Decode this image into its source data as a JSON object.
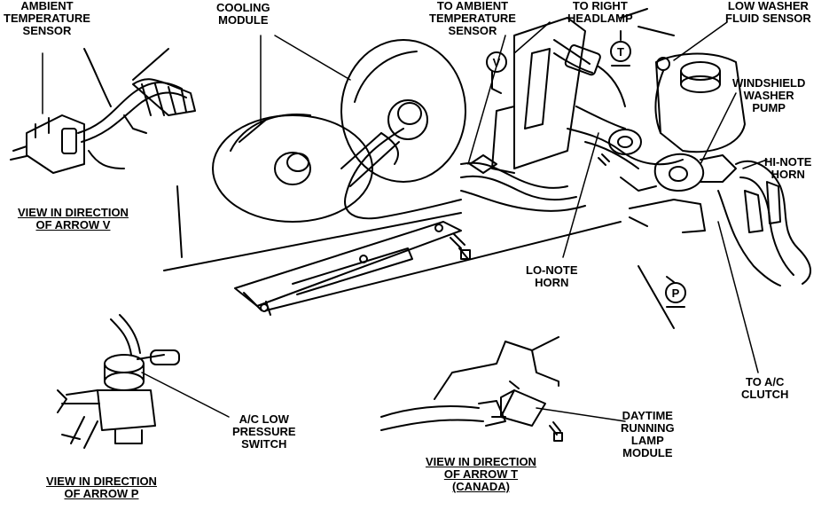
{
  "labels": {
    "ambient_temp_sensor": "AMBIENT\nTEMPERATURE\nSENSOR",
    "cooling_module": "COOLING\nMODULE",
    "to_ambient_temp_sensor": "TO AMBIENT\nTEMPERATURE\nSENSOR",
    "to_right_headlamp": "TO RIGHT\nHEADLAMP",
    "low_washer_fluid_sensor": "LOW WASHER\nFLUID SENSOR",
    "windshield_washer_pump": "WINDSHIELD\nWASHER\nPUMP",
    "hi_note_horn": "HI-NOTE\nHORN",
    "lo_note_horn": "LO-NOTE\nHORN",
    "to_ac_clutch": "TO A/C\nCLUTCH",
    "ac_low_pressure_switch": "A/C LOW\nPRESSURE\nSWITCH",
    "daytime_running_lamp_module": "DAYTIME\nRUNNING\nLAMP\nMODULE"
  },
  "views": {
    "view_v": "VIEW IN DIRECTION\nOF ARROW V",
    "view_p": "VIEW IN DIRECTION\nOF ARROW P",
    "view_t": "VIEW IN DIRECTION\nOF ARROW T\n(CANADA)"
  },
  "arrow_markers": {
    "v": "V",
    "t": "T",
    "p": "P"
  }
}
